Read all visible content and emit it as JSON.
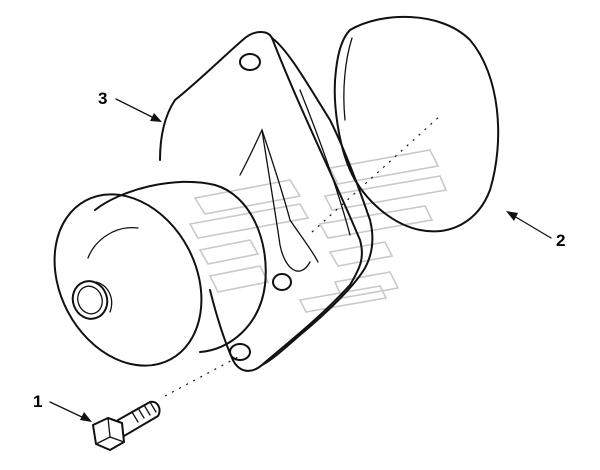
{
  "callouts": [
    {
      "id": "1",
      "label": "1"
    },
    {
      "id": "2",
      "label": "2"
    },
    {
      "id": "3",
      "label": "3"
    }
  ],
  "parts": [
    {
      "callout": "1",
      "icon": "capscrew-icon"
    },
    {
      "callout": "2",
      "icon": "gasket-icon"
    },
    {
      "callout": "3",
      "icon": "water-pump-icon"
    }
  ],
  "colors": {
    "line": "#111111",
    "background": "#ffffff",
    "watermark": "#c9c9c9"
  }
}
